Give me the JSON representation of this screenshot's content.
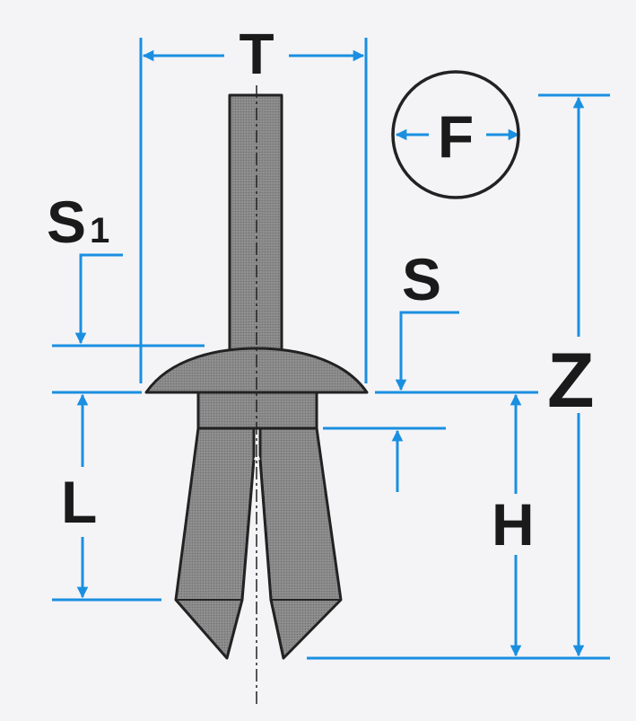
{
  "labels": {
    "T": "T",
    "F": "F",
    "Z": "Z",
    "S": "S",
    "S1": "S",
    "S1_sub": "1",
    "L": "L",
    "H": "H"
  },
  "colors": {
    "dimension": "#1a8fe0",
    "body_fill": "#8c8c8c",
    "outline": "#222222",
    "background": "#f4f4f7"
  }
}
